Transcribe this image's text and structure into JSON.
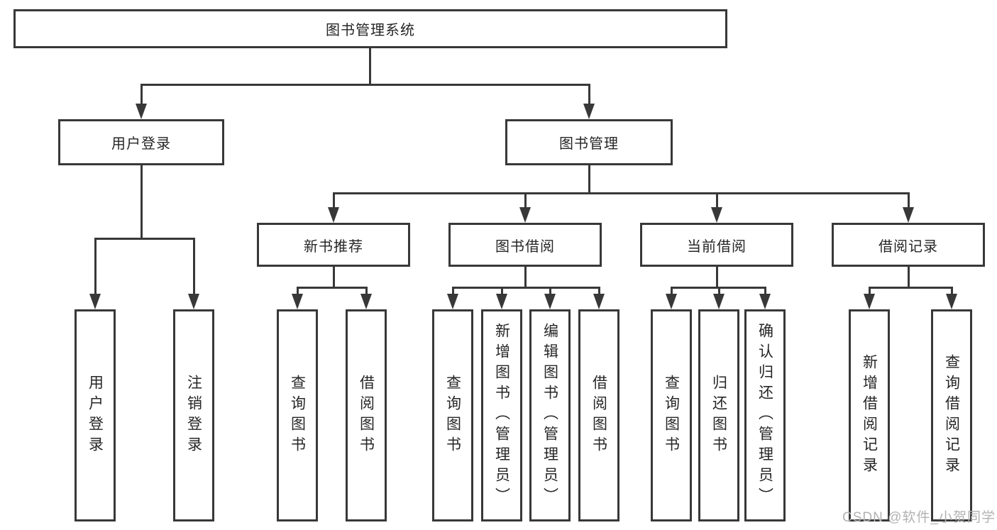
{
  "diagram": {
    "root_label": "图书管理系统",
    "user_login": {
      "label": "用户登录",
      "children": [
        "用户登录",
        "注销登录"
      ]
    },
    "book_mgmt": {
      "label": "图书管理",
      "groups": [
        {
          "label": "新书推荐",
          "children": [
            "查询图书",
            "借阅图书"
          ]
        },
        {
          "label": "图书借阅",
          "children": [
            "查询图书",
            "新增图书（管理员）",
            "编辑图书（管理员）",
            "借阅图书"
          ]
        },
        {
          "label": "当前借阅",
          "children": [
            "查询图书",
            "归还图书",
            "确认归还（管理员）"
          ]
        },
        {
          "label": "借阅记录",
          "children": [
            "新增借阅记录",
            "查询借阅记录"
          ]
        }
      ]
    }
  },
  "watermark": "CSDN @软件_小贺同学",
  "colors": {
    "line": "#383838",
    "box_border": "#383838",
    "box_fill": "#ffffff",
    "text": "#262626",
    "watermark": "#b2b2b2",
    "background": "#ffffff"
  }
}
